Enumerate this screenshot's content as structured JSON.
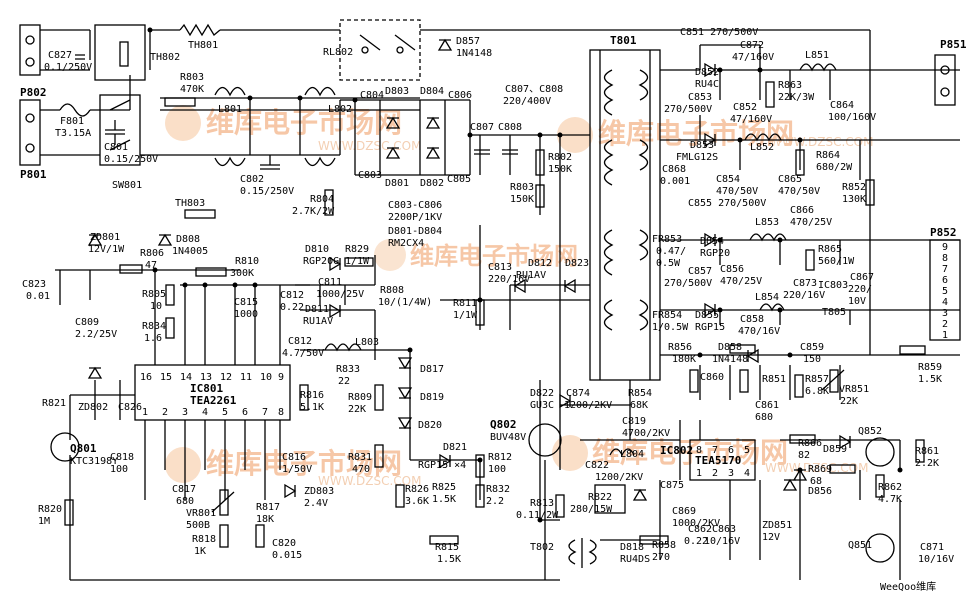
{
  "watermark": {
    "text": "维库电子市场网",
    "url": "WWW.DZSC.COM",
    "footer": "WeeQoo维库"
  },
  "labels": [
    {
      "id": "C827",
      "text": "C827"
    },
    {
      "id": "C827v",
      "text": "0.1/250V"
    },
    {
      "id": "TH802",
      "text": "TH802"
    },
    {
      "id": "TH801",
      "text": "TH801"
    },
    {
      "id": "RL802",
      "text": "RL802"
    },
    {
      "id": "D857",
      "text": "D857"
    },
    {
      "id": "D857v",
      "text": "1N4148"
    },
    {
      "id": "C851",
      "text": "C851 270/500V"
    },
    {
      "id": "C872",
      "text": "C872"
    },
    {
      "id": "C872v",
      "text": "47/160V"
    },
    {
      "id": "L851",
      "text": "L851"
    },
    {
      "id": "P851",
      "text": "P851"
    },
    {
      "id": "T801",
      "text": "T801"
    },
    {
      "id": "D852",
      "text": "D852"
    },
    {
      "id": "D852v",
      "text": "RU4C"
    },
    {
      "id": "R863",
      "text": "R863"
    },
    {
      "id": "R863v",
      "text": "22K/3W"
    },
    {
      "id": "C853",
      "text": "C853"
    },
    {
      "id": "C853v",
      "text": "270/500V"
    },
    {
      "id": "C852",
      "text": "C852"
    },
    {
      "id": "C852v",
      "text": "47/160V"
    },
    {
      "id": "C864",
      "text": "C864"
    },
    {
      "id": "C864v",
      "text": "100/160V"
    },
    {
      "id": "P802",
      "text": "P802"
    },
    {
      "id": "R803",
      "text": "R803"
    },
    {
      "id": "R803v",
      "text": "470K"
    },
    {
      "id": "C804",
      "text": "C804"
    },
    {
      "id": "D803",
      "text": "D803"
    },
    {
      "id": "D804",
      "text": "D804"
    },
    {
      "id": "C806",
      "text": "C806"
    },
    {
      "id": "C807C808",
      "text": "C807、C808"
    },
    {
      "id": "C807C808v",
      "text": "220/400V"
    },
    {
      "id": "F801",
      "text": "F801"
    },
    {
      "id": "F801v",
      "text": "T3.15A"
    },
    {
      "id": "L801",
      "text": "L801"
    },
    {
      "id": "L802",
      "text": "L802"
    },
    {
      "id": "C801",
      "text": "C801"
    },
    {
      "id": "C801v",
      "text": "0.15/250V"
    },
    {
      "id": "C807",
      "text": "C807"
    },
    {
      "id": "C808",
      "text": "C808"
    },
    {
      "id": "D853",
      "text": "D853"
    },
    {
      "id": "D853v",
      "text": "FMLG12S"
    },
    {
      "id": "L852",
      "text": "L852"
    },
    {
      "id": "P801",
      "text": "P801"
    },
    {
      "id": "SW801",
      "text": "SW801"
    },
    {
      "id": "C802",
      "text": "C802"
    },
    {
      "id": "C802v",
      "text": "0.15/250V"
    },
    {
      "id": "C803",
      "text": "C803"
    },
    {
      "id": "D801",
      "text": "D801"
    },
    {
      "id": "D802",
      "text": "D802"
    },
    {
      "id": "C805",
      "text": "C805"
    },
    {
      "id": "R802",
      "text": "R802"
    },
    {
      "id": "R802v",
      "text": "150K"
    },
    {
      "id": "C868",
      "text": "C868"
    },
    {
      "id": "C868v",
      "text": "0.001"
    },
    {
      "id": "C854",
      "text": "C854"
    },
    {
      "id": "C854v",
      "text": "470/50V"
    },
    {
      "id": "C865",
      "text": "C865"
    },
    {
      "id": "C865v",
      "text": "470/50V"
    },
    {
      "id": "R864",
      "text": "R864"
    },
    {
      "id": "R864v",
      "text": "680/2W"
    },
    {
      "id": "R852",
      "text": "R852"
    },
    {
      "id": "R852v",
      "text": "130K"
    },
    {
      "id": "R804",
      "text": "R804"
    },
    {
      "id": "R804v",
      "text": "2.7K/2W"
    },
    {
      "id": "R803b",
      "text": "R803"
    },
    {
      "id": "R803bv",
      "text": "150K"
    },
    {
      "id": "C855",
      "text": "C855 270/500V"
    },
    {
      "id": "L853",
      "text": "L853"
    },
    {
      "id": "C866",
      "text": "C866"
    },
    {
      "id": "C866v",
      "text": "470/25V"
    },
    {
      "id": "TH803",
      "text": "TH803"
    },
    {
      "id": "Cgrp",
      "text": "C803-C806"
    },
    {
      "id": "Cgrpv",
      "text": "2200P/1KV"
    },
    {
      "id": "Dgrp",
      "text": "D801-D804"
    },
    {
      "id": "Dgrpv",
      "text": "RM2CX4"
    },
    {
      "id": "ZD801",
      "text": "ZD801"
    },
    {
      "id": "ZD801v",
      "text": "12V/1W"
    },
    {
      "id": "D808",
      "text": "D808"
    },
    {
      "id": "D808v",
      "text": "1N4005"
    },
    {
      "id": "FR853",
      "text": "FR853"
    },
    {
      "id": "FR853v",
      "text": "0.47/"
    },
    {
      "id": "FR853v2",
      "text": "0.5W"
    },
    {
      "id": "D854",
      "text": "D854"
    },
    {
      "id": "D854v",
      "text": "RGP20"
    },
    {
      "id": "R865",
      "text": "R865"
    },
    {
      "id": "R865v",
      "text": "560/1W"
    },
    {
      "id": "P852",
      "text": "P852"
    },
    {
      "id": "R806",
      "text": "R806"
    },
    {
      "id": "R806v",
      "text": "47"
    },
    {
      "id": "D810",
      "text": "D810"
    },
    {
      "id": "D810v",
      "text": "RGP20G"
    },
    {
      "id": "R829",
      "text": "R829"
    },
    {
      "id": "R829v",
      "text": "1/1W"
    },
    {
      "id": "D812",
      "text": "D812"
    },
    {
      "id": "D812v",
      "text": "RU1AV"
    },
    {
      "id": "D823",
      "text": "D823"
    },
    {
      "id": "C813",
      "text": "C813"
    },
    {
      "id": "C813v",
      "text": "220/16V"
    },
    {
      "id": "C857",
      "text": "C857"
    },
    {
      "id": "C857v",
      "text": "270/500V"
    },
    {
      "id": "C856",
      "text": "C856"
    },
    {
      "id": "C856v",
      "text": "470/25V"
    },
    {
      "id": "C867",
      "text": "C867"
    },
    {
      "id": "C867v",
      "text": "220/"
    },
    {
      "id": "C867v2",
      "text": "10V"
    },
    {
      "id": "C873",
      "text": "C873"
    },
    {
      "id": "C873v",
      "text": "220/16V"
    },
    {
      "id": "IC803",
      "text": "IC803"
    },
    {
      "id": "C823",
      "text": "C823"
    },
    {
      "id": "C823v",
      "text": "0.01"
    },
    {
      "id": "R810",
      "text": "R810"
    },
    {
      "id": "R810v",
      "text": "300K"
    },
    {
      "id": "C811",
      "text": "C811"
    },
    {
      "id": "C811v",
      "text": "1000/25V"
    },
    {
      "id": "R808",
      "text": "R808"
    },
    {
      "id": "R808v",
      "text": "10/(1/4W)"
    },
    {
      "id": "L854",
      "text": "L854"
    },
    {
      "id": "T805",
      "text": "T805"
    },
    {
      "id": "R805",
      "text": "R805"
    },
    {
      "id": "R805v",
      "text": "10"
    },
    {
      "id": "C812",
      "text": "C812"
    },
    {
      "id": "C812v",
      "text": "0.22"
    },
    {
      "id": "D811",
      "text": "D811"
    },
    {
      "id": "D811v",
      "text": "RU1AV"
    },
    {
      "id": "R811",
      "text": "R811"
    },
    {
      "id": "R811v",
      "text": "1/1W"
    },
    {
      "id": "FR854",
      "text": "FR854"
    },
    {
      "id": "FR854v",
      "text": "1/0.5W"
    },
    {
      "id": "D855",
      "text": "D855"
    },
    {
      "id": "D855v",
      "text": "RGP15"
    },
    {
      "id": "C858",
      "text": "C858"
    },
    {
      "id": "C858v",
      "text": "470/16V"
    },
    {
      "id": "C809",
      "text": "C809"
    },
    {
      "id": "C809v",
      "text": "2.2/25V"
    },
    {
      "id": "C815",
      "text": "C815"
    },
    {
      "id": "C815v",
      "text": "1000"
    },
    {
      "id": "R834",
      "text": "R834"
    },
    {
      "id": "R834v",
      "text": "1.6"
    },
    {
      "id": "C812b",
      "text": "C812"
    },
    {
      "id": "C812bv",
      "text": "4.7/50V"
    },
    {
      "id": "L803",
      "text": "L803"
    },
    {
      "id": "R856",
      "text": "R856"
    },
    {
      "id": "R856v",
      "text": "180K"
    },
    {
      "id": "D858",
      "text": "D858"
    },
    {
      "id": "D858v",
      "text": "1N4148"
    },
    {
      "id": "C859",
      "text": "C859"
    },
    {
      "id": "C859v",
      "text": "150"
    },
    {
      "id": "R833",
      "text": "R833"
    },
    {
      "id": "R833v",
      "text": "22"
    },
    {
      "id": "D817",
      "text": "D817"
    },
    {
      "id": "D819",
      "text": "D819"
    },
    {
      "id": "C860",
      "text": "C860"
    },
    {
      "id": "R851",
      "text": "R851"
    },
    {
      "id": "R857",
      "text": "R857"
    },
    {
      "id": "R857v",
      "text": "6.8K"
    },
    {
      "id": "VR851",
      "text": "VR851"
    },
    {
      "id": "VR851v",
      "text": "22K"
    },
    {
      "id": "R859",
      "text": "R859"
    },
    {
      "id": "R859v",
      "text": "1.5K"
    },
    {
      "id": "IC801",
      "text": "IC801"
    },
    {
      "id": "IC801v",
      "text": "TEA2261"
    },
    {
      "id": "R821",
      "text": "R821"
    },
    {
      "id": "ZD802",
      "text": "ZD802"
    },
    {
      "id": "C826",
      "text": "C826"
    },
    {
      "id": "R816",
      "text": "R816"
    },
    {
      "id": "R816v",
      "text": "5.1K"
    },
    {
      "id": "R809",
      "text": "R809"
    },
    {
      "id": "R809v",
      "text": "22K"
    },
    {
      "id": "D822",
      "text": "D822"
    },
    {
      "id": "D822v",
      "text": "GU3C"
    },
    {
      "id": "C874",
      "text": "C874"
    },
    {
      "id": "C874v",
      "text": "1200/2KV"
    },
    {
      "id": "R854",
      "text": "R854"
    },
    {
      "id": "R854v",
      "text": "68K"
    },
    {
      "id": "C861",
      "text": "C861"
    },
    {
      "id": "C861v",
      "text": "680"
    },
    {
      "id": "Q801",
      "text": "Q801"
    },
    {
      "id": "Q801v",
      "text": "KTC3198Y"
    },
    {
      "id": "C818",
      "text": "C818"
    },
    {
      "id": "C818v",
      "text": "100"
    },
    {
      "id": "C816",
      "text": "C816"
    },
    {
      "id": "C816v",
      "text": "1/50V"
    },
    {
      "id": "D820",
      "text": "D820"
    },
    {
      "id": "Q802",
      "text": "Q802"
    },
    {
      "id": "Q802v",
      "text": "BUV48V"
    },
    {
      "id": "C819",
      "text": "C819"
    },
    {
      "id": "C819v",
      "text": "4700/2KV"
    },
    {
      "id": "C822",
      "text": "C822"
    },
    {
      "id": "C822v",
      "text": "1200/2KV"
    },
    {
      "id": "IC802",
      "text": "IC802"
    },
    {
      "id": "IC802v",
      "text": "TEA5170"
    },
    {
      "id": "R866",
      "text": "R866"
    },
    {
      "id": "R866v",
      "text": "82"
    },
    {
      "id": "D859",
      "text": "D859"
    },
    {
      "id": "Q852",
      "text": "Q852"
    },
    {
      "id": "R861",
      "text": "R861"
    },
    {
      "id": "R861v",
      "text": "2.2K"
    },
    {
      "id": "R869",
      "text": "R869"
    },
    {
      "id": "R869v",
      "text": "68"
    },
    {
      "id": "D856",
      "text": "D856"
    },
    {
      "id": "R831",
      "text": "R831"
    },
    {
      "id": "R831v",
      "text": "470"
    },
    {
      "id": "D821",
      "text": "D821"
    },
    {
      "id": "RGP15",
      "text": "RGP15 ×4"
    },
    {
      "id": "R812",
      "text": "R812"
    },
    {
      "id": "R812v",
      "text": "100"
    },
    {
      "id": "L804",
      "text": "L804"
    },
    {
      "id": "C817",
      "text": "C817"
    },
    {
      "id": "C817v",
      "text": "680"
    },
    {
      "id": "ZD803",
      "text": "ZD803"
    },
    {
      "id": "ZD803v",
      "text": "2.4V"
    },
    {
      "id": "R825",
      "text": "R825"
    },
    {
      "id": "R825v",
      "text": "1.5K"
    },
    {
      "id": "R862",
      "text": "R862"
    },
    {
      "id": "R862v",
      "text": "4.7K"
    },
    {
      "id": "R820",
      "text": "R820"
    },
    {
      "id": "R820v",
      "text": "1M"
    },
    {
      "id": "VR801",
      "text": "VR801"
    },
    {
      "id": "VR801v",
      "text": "500B"
    },
    {
      "id": "R817",
      "text": "R817"
    },
    {
      "id": "R817v",
      "text": "18K"
    },
    {
      "id": "R826",
      "text": "R826"
    },
    {
      "id": "R826v",
      "text": "3.6K"
    },
    {
      "id": "R832",
      "text": "R832"
    },
    {
      "id": "R832v",
      "text": "2.2"
    },
    {
      "id": "R813",
      "text": "R813"
    },
    {
      "id": "R813v",
      "text": "0.11/2W"
    },
    {
      "id": "R822",
      "text": "R822"
    },
    {
      "id": "R822v",
      "text": "280/15W"
    },
    {
      "id": "C875",
      "text": "C875"
    },
    {
      "id": "C869",
      "text": "C869"
    },
    {
      "id": "C869v",
      "text": "1000/2KV"
    },
    {
      "id": "C862",
      "text": "C862"
    },
    {
      "id": "C862v",
      "text": "0.22"
    },
    {
      "id": "C863",
      "text": "C863"
    },
    {
      "id": "C863v",
      "text": "10/16V"
    },
    {
      "id": "ZD851",
      "text": "ZD851"
    },
    {
      "id": "ZD851v",
      "text": "12V"
    },
    {
      "id": "R818",
      "text": "R818"
    },
    {
      "id": "R818v",
      "text": "1K"
    },
    {
      "id": "C820",
      "text": "C820"
    },
    {
      "id": "C820v",
      "text": "0.015"
    },
    {
      "id": "R815",
      "text": "R815"
    },
    {
      "id": "R815v",
      "text": "1.5K"
    },
    {
      "id": "T802",
      "text": "T802"
    },
    {
      "id": "D818",
      "text": "D818"
    },
    {
      "id": "D818v",
      "text": "RU4DS"
    },
    {
      "id": "R858",
      "text": "R858"
    },
    {
      "id": "R858v",
      "text": "270"
    },
    {
      "id": "Q851",
      "text": "Q851"
    },
    {
      "id": "C871",
      "text": "C871"
    },
    {
      "id": "C871v",
      "text": "10/16V"
    }
  ],
  "ic801_pins_top": [
    "16",
    "15",
    "14",
    "13",
    "12",
    "11",
    "10",
    "9"
  ],
  "ic801_pins_bottom": [
    "1",
    "2",
    "3",
    "4",
    "5",
    "6",
    "7",
    "8"
  ],
  "ic802_pins_top": [
    "8",
    "7",
    "6",
    "5"
  ],
  "ic802_pins_bottom": [
    "1",
    "2",
    "3",
    "4"
  ],
  "p852_pins": [
    "9",
    "8",
    "7",
    "6",
    "5",
    "4",
    "3",
    "2",
    "1"
  ]
}
